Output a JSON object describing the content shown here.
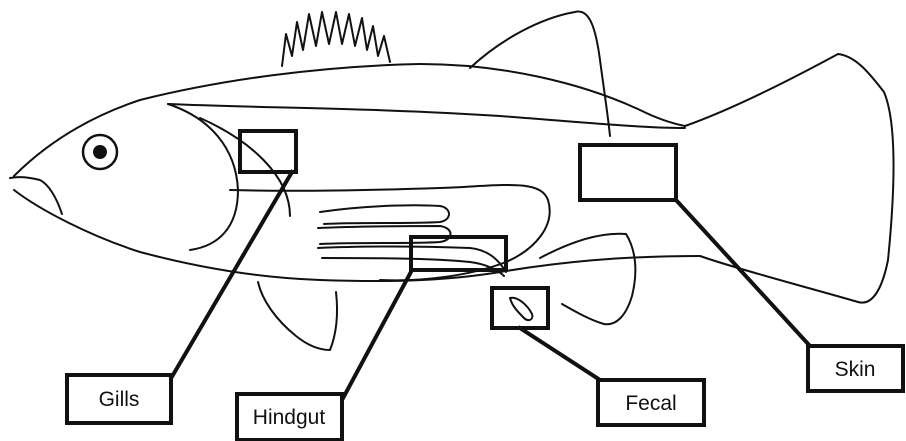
{
  "labels": {
    "gills": "Gills",
    "hindgut": "Hindgut",
    "fecal": "Fecal",
    "skin": "Skin"
  }
}
